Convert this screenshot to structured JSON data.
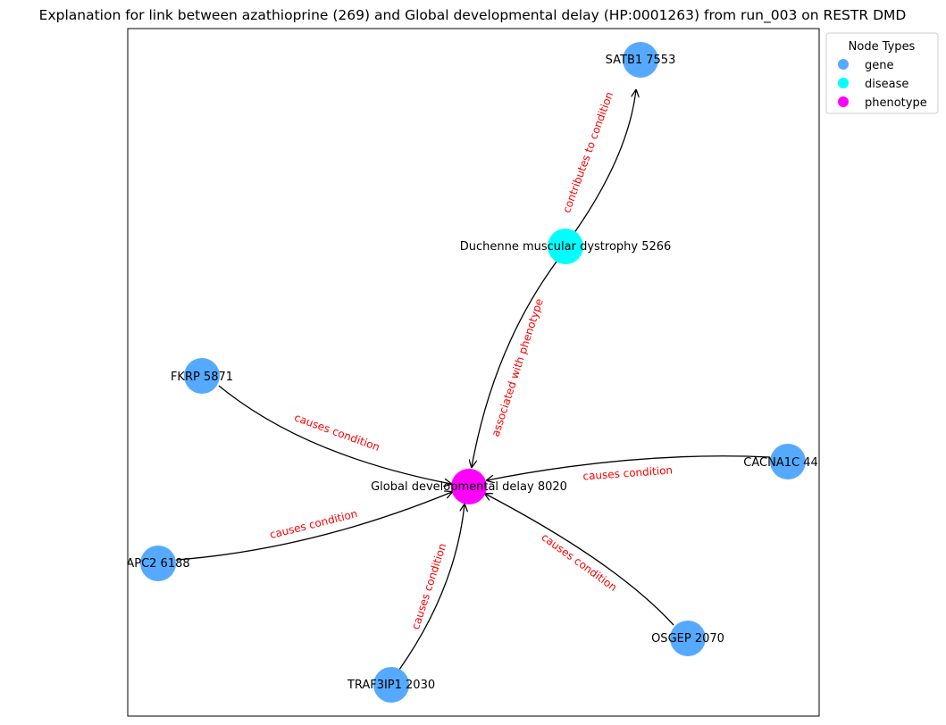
{
  "title": "Explanation for link between azathioprine (269) and Global developmental delay (HP:0001263) from run_003 on RESTR DMD",
  "legend": {
    "title": "Node Types",
    "items": [
      {
        "label": "gene",
        "color": "#55aaff"
      },
      {
        "label": "disease",
        "color": "#00ffff"
      },
      {
        "label": "phenotype",
        "color": "#ff00ff"
      }
    ]
  },
  "nodes": [
    {
      "id": "satb1",
      "label": "SATB1 7553",
      "type": "gene"
    },
    {
      "id": "dmd",
      "label": "Duchenne muscular dystrophy 5266",
      "type": "disease"
    },
    {
      "id": "fkrp",
      "label": "FKRP 5871",
      "type": "gene"
    },
    {
      "id": "gdd",
      "label": "Global developmental delay 8020",
      "type": "phenotype"
    },
    {
      "id": "cacna1c",
      "label": "CACNA1C 44",
      "type": "gene"
    },
    {
      "id": "apc2",
      "label": "APC2 6188",
      "type": "gene"
    },
    {
      "id": "osgep",
      "label": "OSGEP 2070",
      "type": "gene"
    },
    {
      "id": "traf3ip1",
      "label": "TRAF3IP1 2030",
      "type": "gene"
    }
  ],
  "edges": [
    {
      "id": "e-dmd-satb1",
      "label": "contributes to condition"
    },
    {
      "id": "e-dmd-gdd",
      "label": "associated with phenotype"
    },
    {
      "id": "e-fkrp-gdd",
      "label": "causes condition"
    },
    {
      "id": "e-cacna1c-gdd",
      "label": "causes condition"
    },
    {
      "id": "e-apc2-gdd",
      "label": "causes condition"
    },
    {
      "id": "e-osgep-gdd",
      "label": "causes condition"
    },
    {
      "id": "e-traf3ip1-gdd",
      "label": "causes condition"
    }
  ]
}
